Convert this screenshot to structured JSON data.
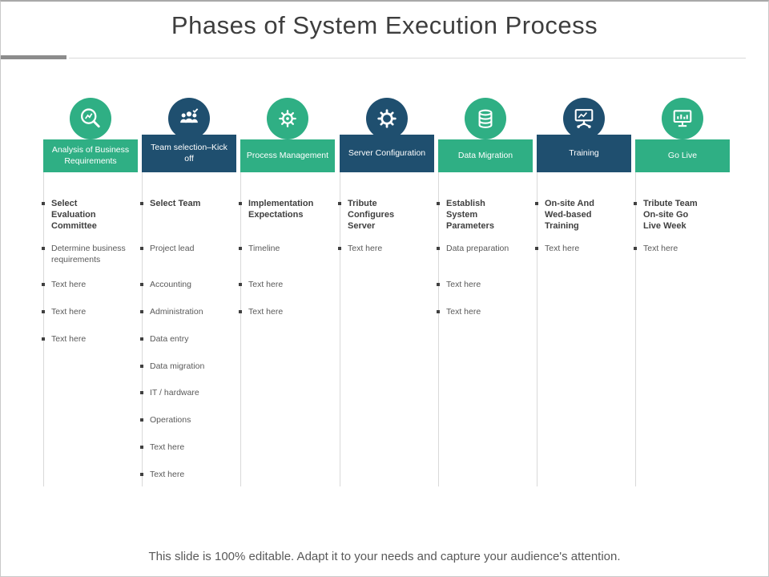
{
  "slide": {
    "title": "Phases of System Execution Process",
    "footer": "This slide is 100% editable. Adapt it to your needs and capture your audience's attention."
  },
  "colors": {
    "green": "#2FAF84",
    "blue": "#1F4F6F"
  },
  "columns": [
    {
      "header": "Analysis of Business Requirements",
      "theme": "green",
      "icon": "analysis-icon",
      "heading": "Select Evaluation Committee",
      "items": [
        "Determine business requirements",
        "Text here",
        "Text here",
        "Text here"
      ]
    },
    {
      "header": "Team selection–Kick off",
      "theme": "blue",
      "icon": "team-icon",
      "heading": "Select Team",
      "items": [
        "Project lead",
        "Accounting",
        "Administration",
        "Data entry",
        "Data migration",
        "IT / hardware",
        "Operations",
        "Text here",
        "Text here"
      ]
    },
    {
      "header": "Process Management",
      "theme": "green",
      "icon": "process-icon",
      "heading": "Implementation Expectations",
      "items": [
        "Timeline",
        "Text here",
        "Text here"
      ]
    },
    {
      "header": "Server Configuration",
      "theme": "blue",
      "icon": "server-config-icon",
      "heading": "Tribute Configures Server",
      "items": [
        "Text here"
      ]
    },
    {
      "header": "Data Migration",
      "theme": "green",
      "icon": "data-migration-icon",
      "heading": "Establish System Parameters",
      "items": [
        "Data preparation",
        "Text here",
        "Text here"
      ]
    },
    {
      "header": "Training",
      "theme": "blue",
      "icon": "training-icon",
      "heading": "On-site And Wed-based Training",
      "items": [
        "Text here"
      ]
    },
    {
      "header": "Go Live",
      "theme": "green",
      "icon": "go-live-icon",
      "heading": "Tribute Team On-site Go Live Week",
      "items": [
        "Text here"
      ]
    }
  ]
}
